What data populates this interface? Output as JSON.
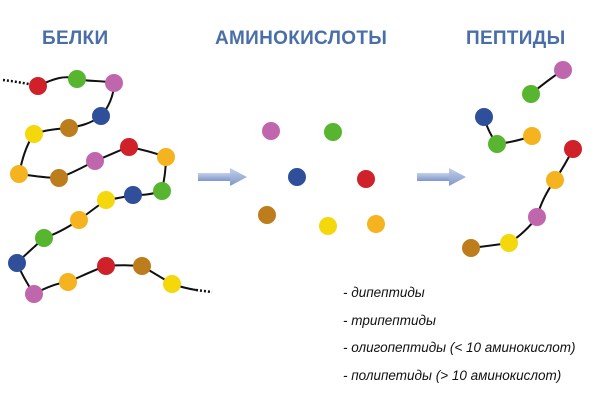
{
  "headings": {
    "proteins": "БЕЛКИ",
    "amino_acids": "АМИНОКИСЛОТЫ",
    "peptides": "ПЕПТИДЫ"
  },
  "peptide_types": [
    "- дипептиды",
    "- трипептиды",
    "- олигопептиды (< 10 аминокислот)",
    "- полипетиды (> 10 аминокислот)"
  ],
  "colors": {
    "heading": "#4a6fa8",
    "arrow": "#8fa6d2",
    "chain_line": "#111111",
    "red": "#d0202a",
    "green": "#58b52f",
    "blue": "#2f4f9a",
    "pink": "#c066ad",
    "yellow": "#f5d80c",
    "orange": "#f4b31f",
    "brown": "#bd7d1d"
  },
  "icons": [
    "arrow-right-icon"
  ]
}
